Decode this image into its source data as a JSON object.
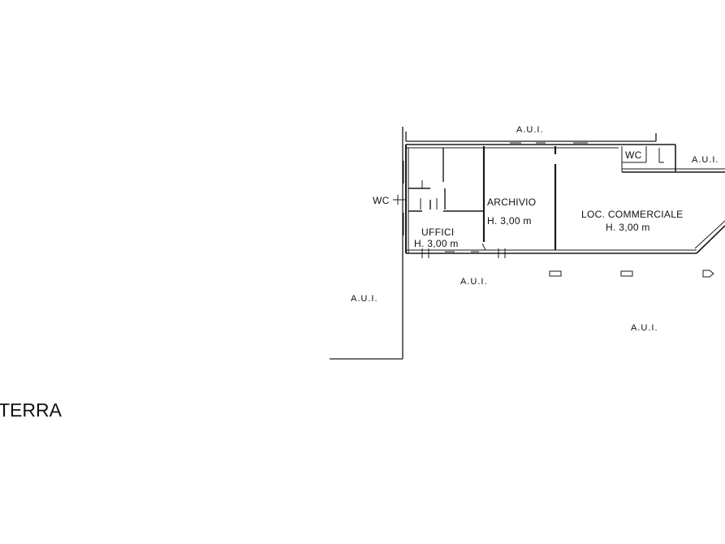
{
  "plan": {
    "level_label": "TERRA",
    "rooms": {
      "uffici": {
        "name": "UFFICI",
        "height": "H. 3,00 m"
      },
      "archivio": {
        "name": "ARCHIVIO",
        "height": "H. 3,00 m"
      },
      "commerciale": {
        "name": "LOC. COMMERCIALE",
        "height": "H. 3,00 m"
      },
      "wc_left": "WC",
      "wc_right": "WC"
    },
    "neighbors": {
      "top": "A.U.I.",
      "right": "A.U.I.",
      "left": "A.U.I.",
      "bottom_center": "A.U.I.",
      "bottom_right": "A.U.I."
    },
    "colors": {
      "line": "#1a1a1a",
      "background": "#ffffff"
    }
  }
}
